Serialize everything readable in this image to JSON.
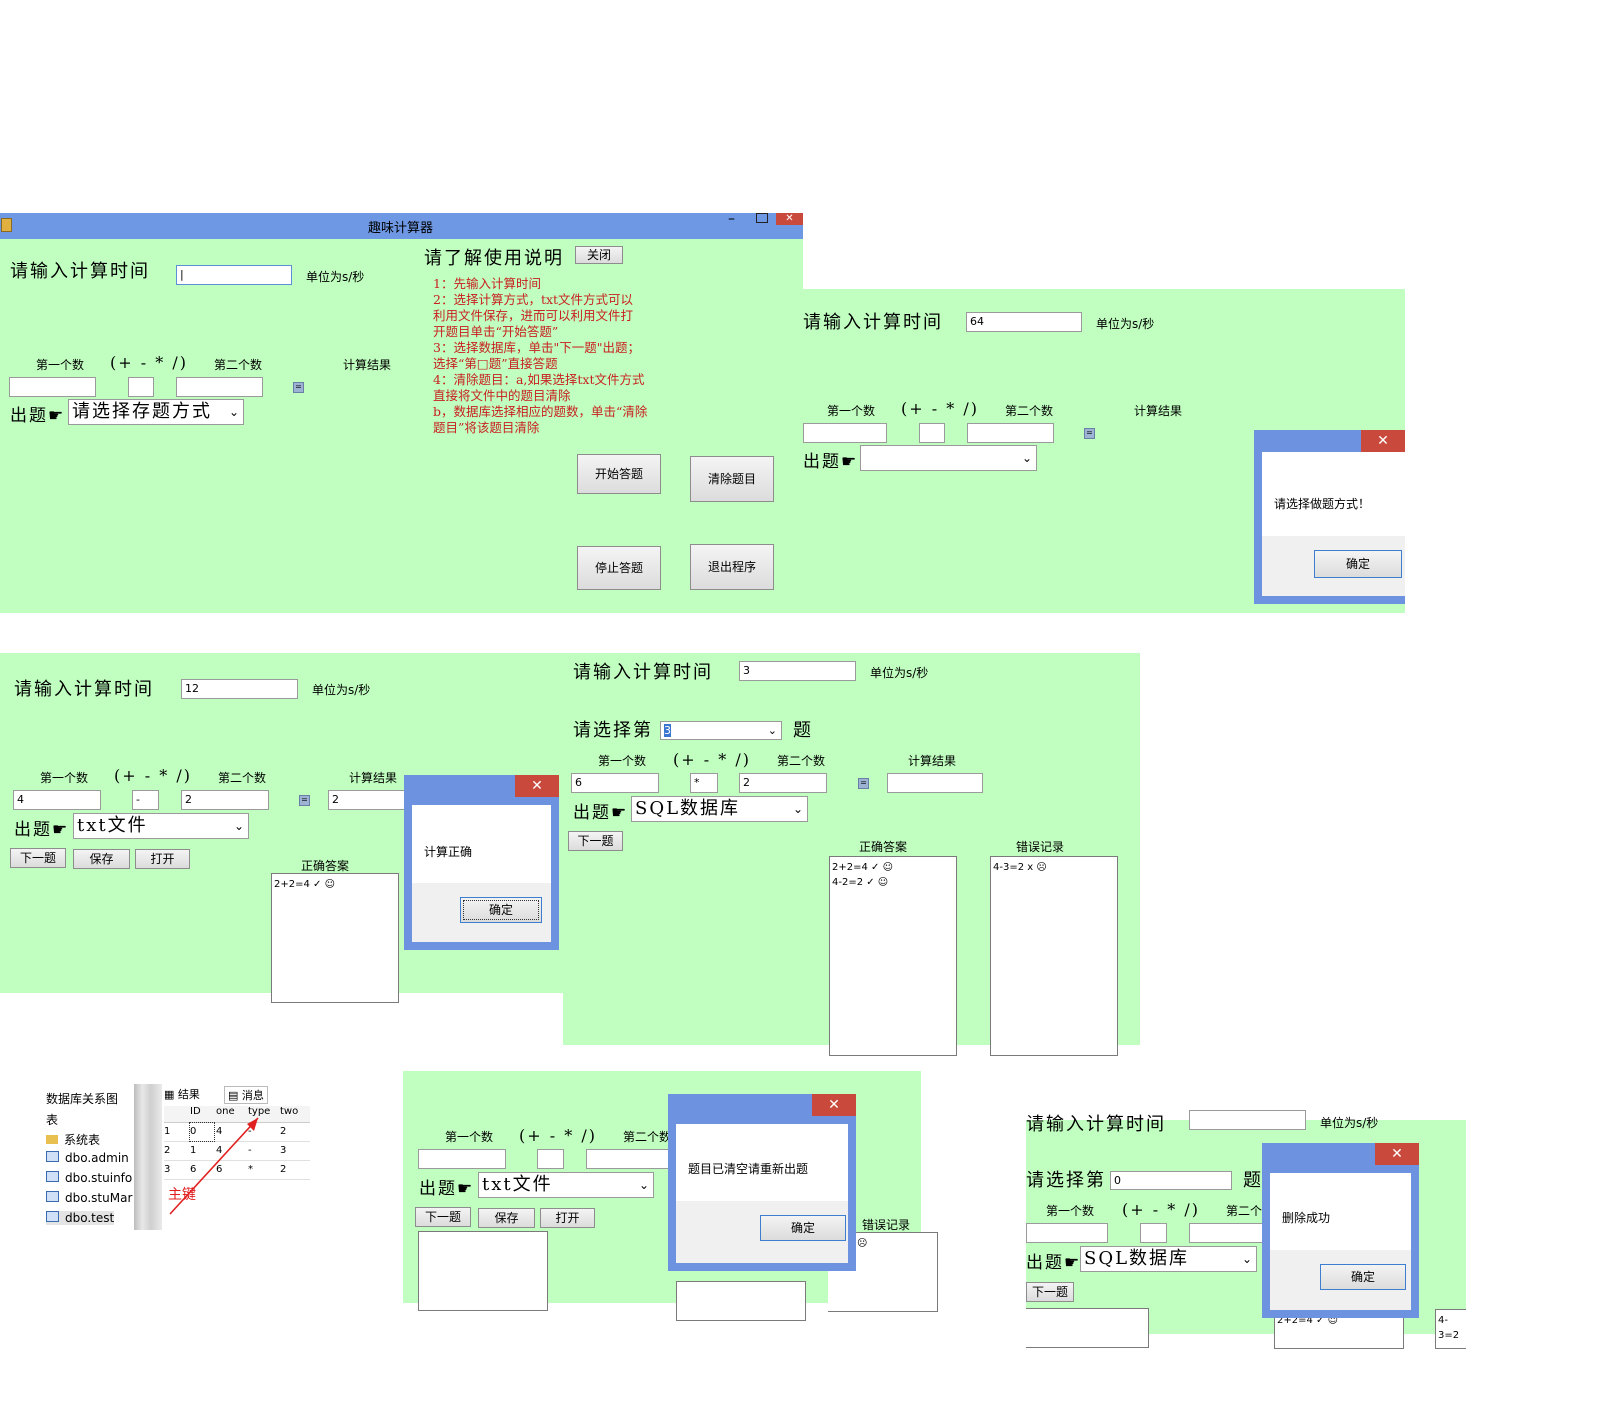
{
  "main_window": {
    "title": "趣味计算器",
    "time_label": "请输入计算时间",
    "time_unit": "单位为s/秒",
    "first_num_label": "第一个数",
    "ops_label": "(+ - * /)",
    "second_num_label": "第二个数",
    "result_label": "计算结果",
    "question_label": "出题☛",
    "mode_select": "请选择存题方式",
    "help_title": "请了解使用说明",
    "close_button": "关闭",
    "help_lines": [
      "1：先输入计算时间",
      "2：选择计算方式，txt文件方式可以",
      "利用文件保存，进而可以利用文件打",
      "开题目单击“开始答题”",
      "3：选择数据库，单击\"下一题\"出题；",
      "选择“第□题”直接答题",
      "4：清除题目：a,如果选择txt文件方式",
      "直接将文件中的题目清除",
      "b，数据库选择相应的题数，单击“清除",
      "题目”将该题目清除"
    ],
    "start_button": "开始答题",
    "clear_button": "清除题目",
    "stop_button": "停止答题",
    "exit_button": "退出程序"
  },
  "panel2": {
    "time_label": "请输入计算时间",
    "time_value": "64",
    "time_unit": "单位为s/秒",
    "first_num_label": "第一个数",
    "ops_label": "(+ - * /)",
    "second_num_label": "第二个数",
    "result_label": "计算结果",
    "question_label": "出题☛",
    "dialog_message": "请选择做题方式！",
    "dialog_ok": "确定"
  },
  "panel3": {
    "time_label": "请输入计算时间",
    "time_value": "12",
    "time_unit": "单位为s/秒",
    "first_num_label": "第一个数",
    "ops_label": "(+ - * /)",
    "second_num_label": "第二个数",
    "result_label": "计算结果",
    "first_value": "4",
    "op_value": "-",
    "second_value": "2",
    "result_value": "2",
    "question_label": "出题☛",
    "mode_select": "txt文件",
    "next_button": "下一题",
    "save_button": "保存",
    "open_button": "打开",
    "correct_label": "正确答案",
    "correct_items": [
      "2+2=4 ✓ ☺"
    ],
    "dialog_message": "计算正确",
    "dialog_ok": "确定"
  },
  "panel4": {
    "time_label": "请输入计算时间",
    "time_value": "3",
    "time_unit": "单位为s/秒",
    "choose_label": "请选择第",
    "choose_value": "3",
    "choose_suffix": "题",
    "first_num_label": "第一个数",
    "ops_label": "(+ - * /)",
    "second_num_label": "第二个数",
    "result_label": "计算结果",
    "first_value": "6",
    "op_value": "*",
    "second_value": "2",
    "question_label": "出题☛",
    "mode_select": "SQL数据库",
    "next_button": "下一题",
    "correct_label": "正确答案",
    "correct_items": [
      "2+2=4 ✓ ☺",
      "4-2=2 ✓ ☺"
    ],
    "wrong_label": "错误记录",
    "wrong_items": [
      "4-3=2 x ☹"
    ]
  },
  "db_panel": {
    "diagram_label": "数据库关系图",
    "tables_label": "表",
    "tree_items": [
      "系统表",
      "dbo.admin",
      "dbo.stuinfo",
      "dbo.stuMar",
      "dbo.test"
    ],
    "tabs": [
      "结果",
      "消息"
    ],
    "columns": [
      "",
      "ID",
      "one",
      "type",
      "two"
    ],
    "rows": [
      [
        "1",
        "0",
        "4",
        "-",
        "2"
      ],
      [
        "2",
        "1",
        "4",
        "-",
        "3"
      ],
      [
        "3",
        "6",
        "6",
        "*",
        "2"
      ]
    ],
    "annotation": "主键"
  },
  "panel5": {
    "first_num_label": "第一个数",
    "ops_label": "(+ - * /)",
    "second_num_label": "第二个数",
    "question_label": "出题☛",
    "mode_select": "txt文件",
    "next_button": "下一题",
    "save_button": "保存",
    "open_button": "打开",
    "wrong_label": "错误记录",
    "wrong_items": [
      "=2 x ☹"
    ],
    "dialog_message": "题目已清空请重新出题",
    "dialog_ok": "确定"
  },
  "panel6": {
    "time_label": "请输入计算时间",
    "time_unit": "单位为s/秒",
    "choose_label": "请选择第",
    "choose_value": "0",
    "choose_suffix": "题",
    "first_num_label": "第一个数",
    "ops_label": "(+ - * /)",
    "second_num_label": "第二个",
    "question_label": "出题☛",
    "mode_select": "SQL数据库",
    "next_button": "下一题",
    "correct_items": [
      "2+2=4 ✓ ☺"
    ],
    "wrong_items": [
      "4-3=2"
    ],
    "dialog_message": "删除成功",
    "dialog_ok": "确定"
  },
  "colors": {
    "form_background": "#c0ffc0",
    "title_bar": "#6e98e4",
    "help_text": "#c82020",
    "close_red": "#c94a3c"
  }
}
